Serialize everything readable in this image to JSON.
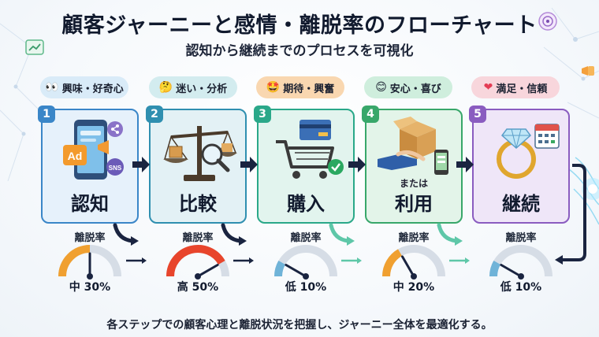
{
  "title": "顧客ジャーニーと感情・離脱率のフローチャート",
  "subtitle": "認知から継続までのプロセスを可視化",
  "footer": "各ステップでの顧客心理と離脱状況を把握し、ジャーニー全体を最適化する。",
  "colors": {
    "step1": "#3a86c8",
    "step2": "#2f8fb0",
    "step3": "#2aa889",
    "step4": "#38a76a",
    "step5": "#8a5cc0",
    "arrow": "#1a2440",
    "gauge_high": "#e8452c",
    "gauge_mid": "#f0a030",
    "gauge_low": "#6fb3d8"
  },
  "steps": [
    {
      "num": "1",
      "label": "認知",
      "emotion": "興味・好奇心",
      "emotion_icon": "eyes-icon",
      "emotion_glyph": "👀",
      "churn_label": "離脱率",
      "churn_text": "中 30%",
      "churn_value": 30,
      "art_icons": [
        "smartphone-icon",
        "megaphone-icon",
        "share-icon"
      ],
      "art_ad": "Ad",
      "art_sns": "SNS"
    },
    {
      "num": "2",
      "label": "比較",
      "emotion": "迷い・分析",
      "emotion_icon": "thinking-face-icon",
      "emotion_glyph": "🤔",
      "churn_label": "離脱率",
      "churn_text": "高 50%",
      "churn_value": 50,
      "art_icons": [
        "balance-scale-icon",
        "magnifier-icon"
      ]
    },
    {
      "num": "3",
      "label": "購入",
      "emotion": "期待・興奮",
      "emotion_icon": "star-eyes-icon",
      "emotion_glyph": "🤩",
      "churn_label": "離脱率",
      "churn_text": "低 10%",
      "churn_value": 10,
      "art_icons": [
        "credit-card-icon",
        "shopping-cart-icon",
        "check-icon"
      ]
    },
    {
      "num": "4",
      "label": "利用",
      "emotion": "安心・喜び",
      "emotion_icon": "smile-icon",
      "emotion_glyph": "😊",
      "churn_label": "離脱率",
      "churn_text": "中 20%",
      "churn_value": 20,
      "alt_text": "または",
      "art_icons": [
        "package-icon",
        "hand-icon",
        "phone-app-icon"
      ]
    },
    {
      "num": "5",
      "label": "継続",
      "emotion": "満足・信頼",
      "emotion_icon": "heart-icon",
      "emotion_glyph": "❤",
      "churn_label": "離脱率",
      "churn_text": "低 10%",
      "churn_value": 10,
      "art_icons": [
        "diamond-ring-icon",
        "calendar-icon"
      ]
    }
  ]
}
